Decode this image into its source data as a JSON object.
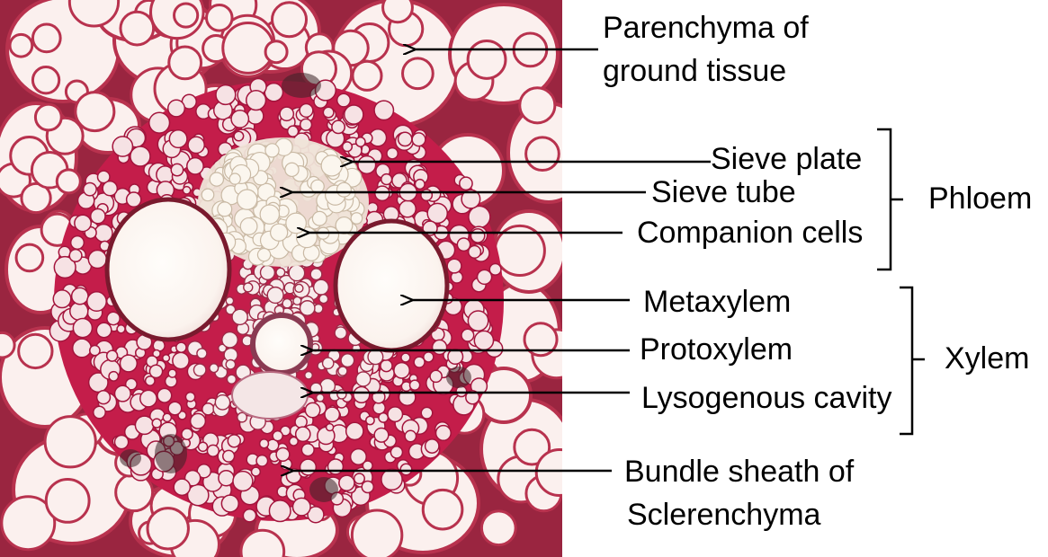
{
  "figure": {
    "labels": {
      "parenchyma_line1": "Parenchyma of",
      "parenchyma_line2": "ground tissue",
      "sieve_plate": "Sieve plate",
      "sieve_tube": "Sieve tube",
      "companion_cells": "Companion cells",
      "phloem": "Phloem",
      "metaxylem": "Metaxylem",
      "protoxylem": "Protoxylem",
      "lysogenous_cavity": "Lysogenous cavity",
      "xylem": "Xylem",
      "bundle_sheath_line1": "Bundle sheath of",
      "bundle_sheath_line2": "Sclerenchyma"
    },
    "colors": {
      "background": "#ffffff",
      "cell_fill": "#fbf0ee",
      "cell_wall": "#b8324e",
      "sclerenchyma": "#c21e48",
      "lumen": "#fdf7f3",
      "arrow": "#000000"
    }
  }
}
